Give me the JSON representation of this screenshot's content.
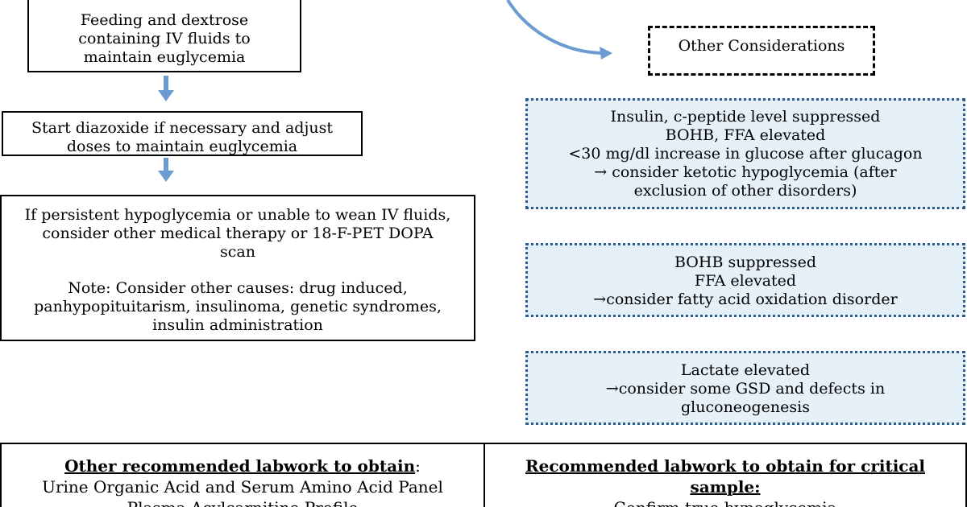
{
  "flow": {
    "feeding_box": [
      "Feeding and dextrose",
      "containing IV fluids to",
      "maintain euglycemia"
    ],
    "diazoxide_box": [
      "Start diazoxide if necessary and adjust",
      "doses to maintain euglycemia"
    ],
    "persistent_box": {
      "lines": [
        "If persistent hypoglycemia or unable to wean IV fluids,",
        "consider other medical therapy or 18-F-PET DOPA",
        "scan"
      ],
      "note_lines": [
        "Note: Consider other causes: drug induced,",
        "panhypopituitarism, insulinoma, genetic syndromes,",
        "insulin administration"
      ]
    }
  },
  "considerations": {
    "header": "Other Considerations",
    "ketotic_box": [
      "Insulin, c-peptide level suppressed",
      "BOHB, FFA elevated",
      "<30 mg/dl increase in glucose after glucagon",
      "→ consider ketotic hypoglycemia (after",
      "exclusion of other disorders)"
    ],
    "fatty_acid_box": [
      "BOHB suppressed",
      "FFA elevated",
      "→consider fatty acid oxidation disorder"
    ],
    "lactate_box": [
      "Lactate elevated",
      "→consider some GSD and defects in",
      "gluconeogenesis"
    ]
  },
  "labwork": {
    "left_title": "Other recommended labwork to obtain",
    "left_colon": ":",
    "left_lines": [
      "Urine Organic Acid and Serum Amino Acid Panel",
      "Plasma Acylcarnitine Profile"
    ],
    "right_title_lines": [
      "Recommended labwork to obtain for critical",
      "sample:"
    ],
    "right_lines": [
      "Confirm true hypoglycemia"
    ]
  },
  "colors": {
    "arrow": "#6a9bd1",
    "dotted_border": "#2f5b8a",
    "dotted_fill": "#e6f0f8"
  }
}
